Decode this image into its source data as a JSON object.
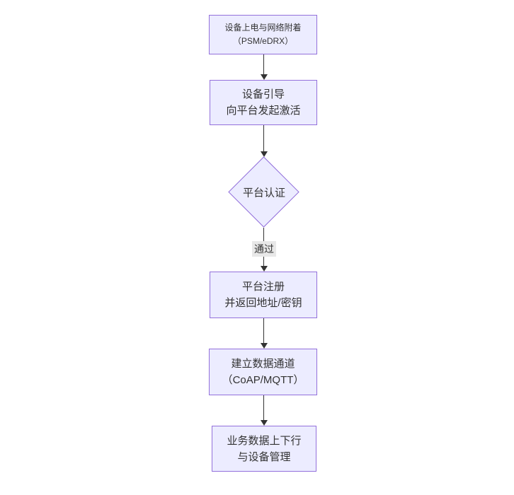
{
  "diagram": {
    "type": "flowchart",
    "direction": "top-down",
    "nodes": [
      {
        "id": "attach",
        "shape": "rect",
        "lines": [
          "设备上电与网络附着",
          "（PSM/eDRX）"
        ]
      },
      {
        "id": "bootstrap",
        "shape": "rect",
        "lines": [
          "设备引导",
          "向平台发起激活"
        ]
      },
      {
        "id": "auth",
        "shape": "diamond",
        "lines": [
          "平台认证"
        ]
      },
      {
        "id": "register",
        "shape": "rect",
        "lines": [
          "平台注册",
          "并返回地址/密钥"
        ]
      },
      {
        "id": "channel",
        "shape": "rect",
        "lines": [
          "建立数据通道",
          "（CoAP/MQTT）"
        ]
      },
      {
        "id": "business",
        "shape": "rect",
        "lines": [
          "业务数据上下行",
          "与设备管理"
        ]
      }
    ],
    "edges": [
      {
        "from": "attach",
        "to": "bootstrap",
        "label": ""
      },
      {
        "from": "bootstrap",
        "to": "auth",
        "label": ""
      },
      {
        "from": "auth",
        "to": "register",
        "label": "通过"
      },
      {
        "from": "register",
        "to": "channel",
        "label": ""
      },
      {
        "from": "channel",
        "to": "business",
        "label": ""
      }
    ],
    "colors": {
      "node_fill": "#ECECFF",
      "node_border": "#9370DB",
      "arrow": "#333333",
      "edge_label_bg": "#e8e8e8",
      "text": "#333333",
      "background": "#ffffff"
    }
  }
}
